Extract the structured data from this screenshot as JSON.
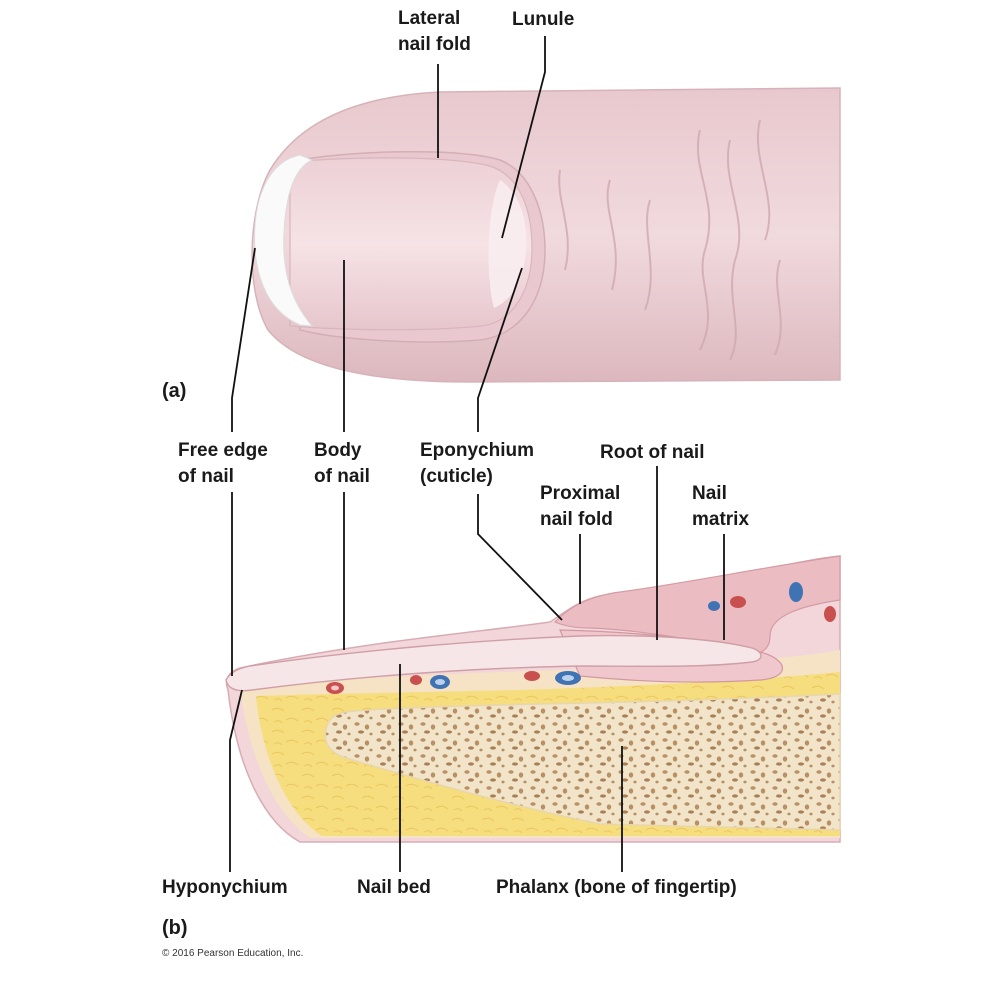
{
  "panels": {
    "a": "(a)",
    "b": "(b)"
  },
  "labels": {
    "lateral_nail_fold": [
      "Lateral",
      "nail fold"
    ],
    "lunule": "Lunule",
    "free_edge": [
      "Free edge",
      "of nail"
    ],
    "body_of_nail": [
      "Body",
      "of nail"
    ],
    "eponychium": [
      "Eponychium",
      "(cuticle)"
    ],
    "root_of_nail": "Root of nail",
    "proximal_nail_fold": [
      "Proximal",
      "nail fold"
    ],
    "nail_matrix": [
      "Nail",
      "matrix"
    ],
    "hyponychium": "Hyponychium",
    "nail_bed": "Nail bed",
    "phalanx": "Phalanx (bone of fingertip)"
  },
  "copyright": "© 2016 Pearson Education, Inc.",
  "colors": {
    "skin": "#ecd0d4",
    "nail": "#f3dde1",
    "lunule": "#f8ecee",
    "free_edge": "#fafafa",
    "fat": "#f6dd7e",
    "bone": "#f1e4c9",
    "bone_pores": "#b98f64",
    "artery": "#c8504e",
    "vein": "#3f73b4"
  }
}
